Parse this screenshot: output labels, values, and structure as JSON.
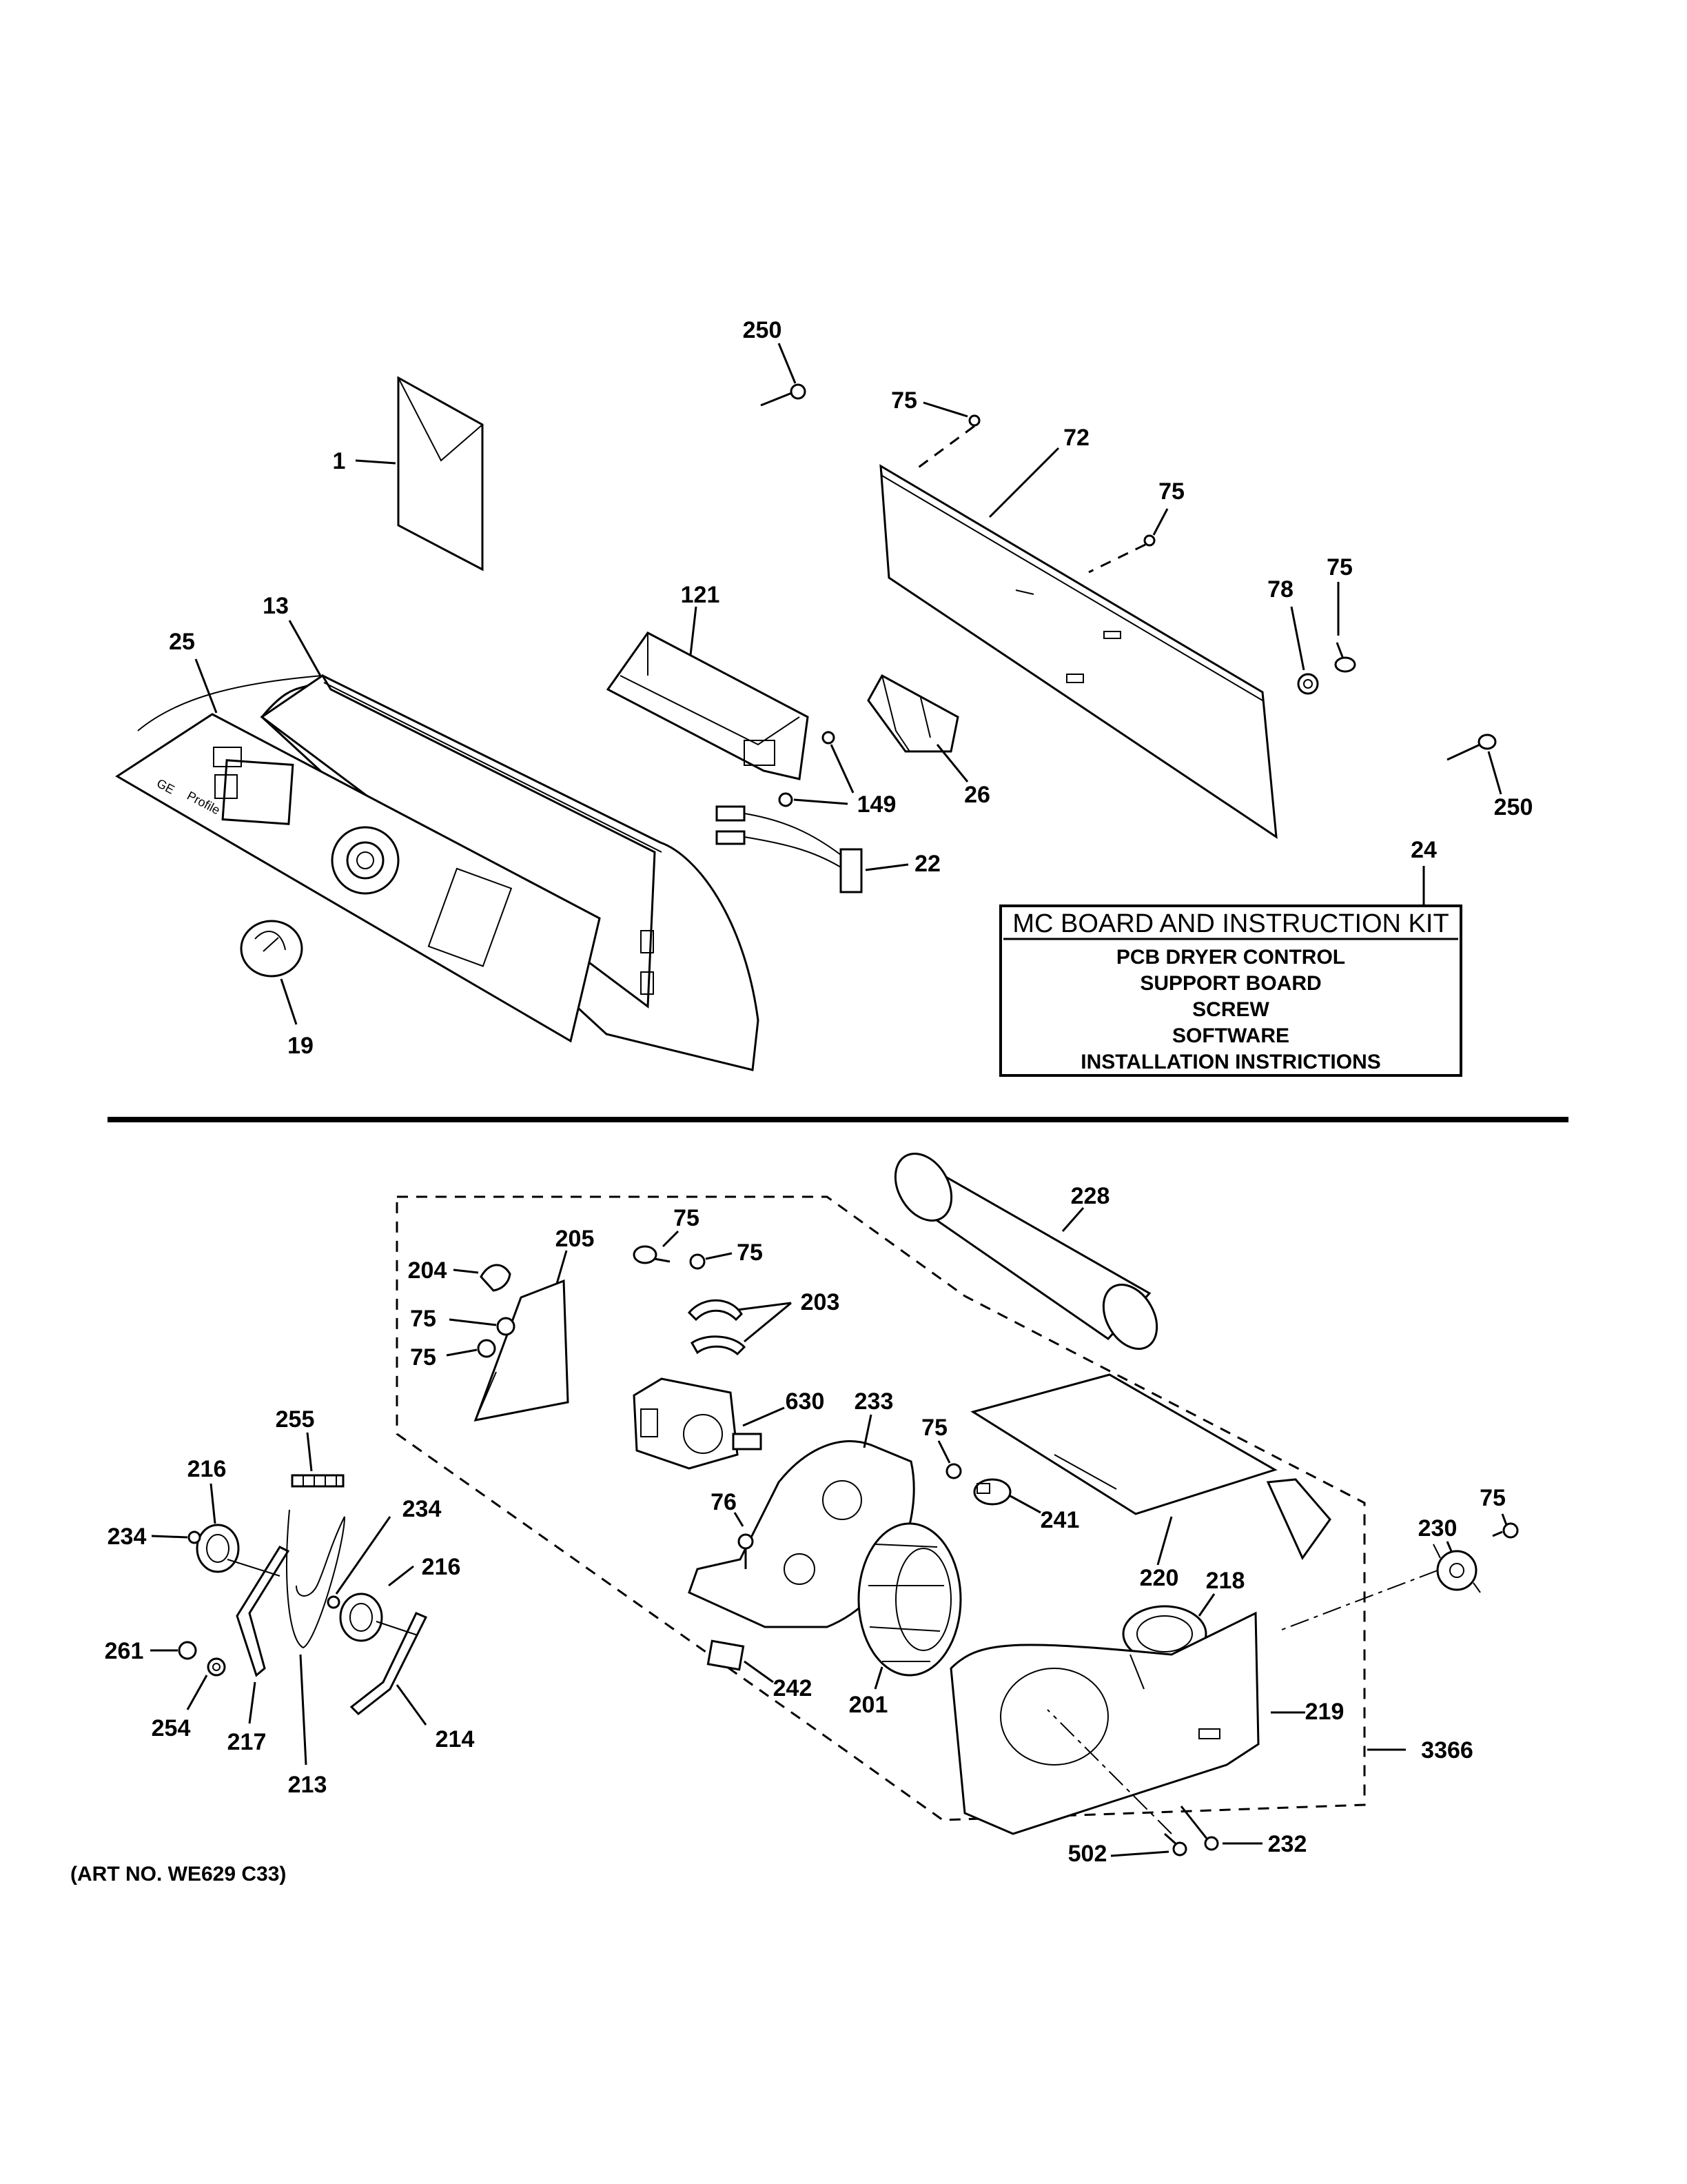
{
  "callouts": {
    "c1": "1",
    "c13": "13",
    "c25": "25",
    "c19": "19",
    "c121": "121",
    "c149": "149",
    "c22": "22",
    "c26": "26",
    "c250a": "250",
    "c250b": "250",
    "c75a": "75",
    "c72": "72",
    "c75b": "75",
    "c78": "78",
    "c75c": "75",
    "c24": "24",
    "c228": "228",
    "c205": "205",
    "c204": "204",
    "c75d": "75",
    "c75e": "75",
    "c75f": "75",
    "c75g": "75",
    "c203": "203",
    "c630": "630",
    "c233": "233",
    "c75h": "75",
    "c241": "241",
    "c76": "76",
    "c220": "220",
    "c218": "218",
    "c230": "230",
    "c75i": "75",
    "c219": "219",
    "c3366": "3366",
    "c242": "242",
    "c201": "201",
    "c502": "502",
    "c232": "232",
    "c255": "255",
    "c216a": "216",
    "c234a": "234",
    "c234b": "234",
    "c216b": "216",
    "c261": "261",
    "c254": "254",
    "c217": "217",
    "c213": "213",
    "c214": "214"
  },
  "kit": {
    "title": "MC BOARD AND INSTRUCTION KIT",
    "items": [
      "PCB DRYER CONTROL",
      "SUPPORT BOARD",
      "SCREW",
      "SOFTWARE",
      "INSTALLATION INSTRICTIONS"
    ]
  },
  "panel_labels": {
    "brand": "Profile",
    "logo": "GE"
  },
  "footer": {
    "art_number": "(ART NO. WE629 C33)"
  }
}
